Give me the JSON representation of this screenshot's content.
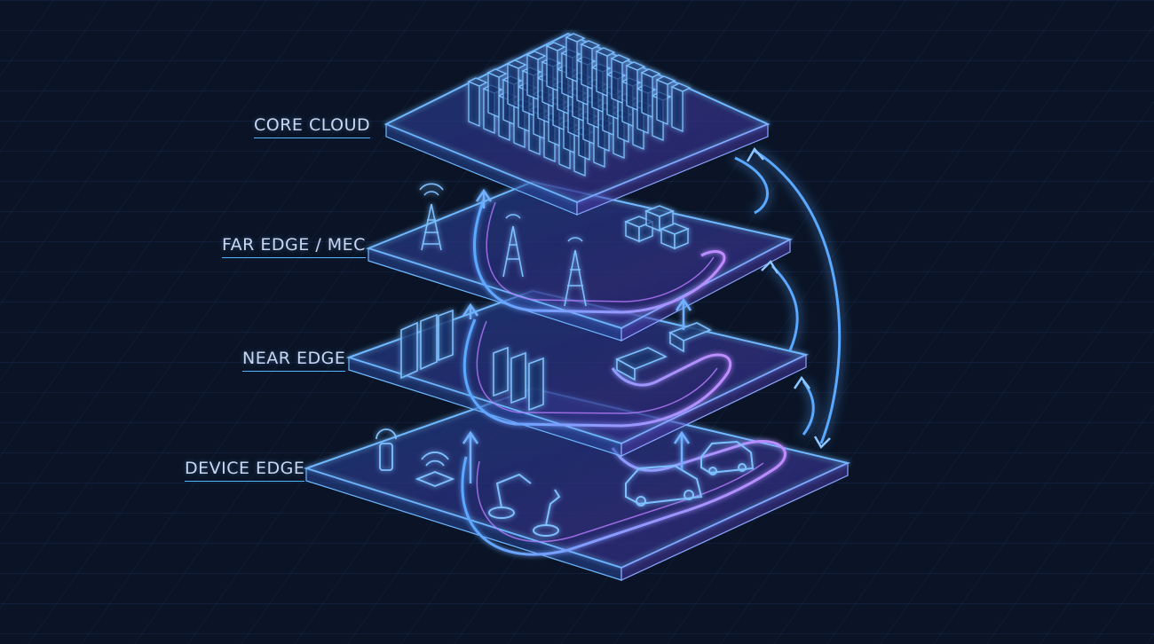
{
  "layers": [
    {
      "id": "core",
      "label": "CORE CLOUD"
    },
    {
      "id": "far",
      "label": "FAR EDGE / MEC"
    },
    {
      "id": "near",
      "label": "NEAR EDGE"
    },
    {
      "id": "device",
      "label": "DEVICE EDGE"
    }
  ],
  "colors": {
    "background": "#0a1426",
    "platform_edge": "#6fb8ff",
    "flow_blue": "#5aa8ff",
    "flow_violet": "#c08cff",
    "label_text": "#c9d8f2",
    "label_underline": "#4fb6ff"
  },
  "icons": {
    "core": [
      "server-rack-icon"
    ],
    "far": [
      "cell-tower-icon",
      "compute-cube-icon"
    ],
    "near": [
      "server-rack-icon",
      "network-switch-icon"
    ],
    "device": [
      "phone-icon",
      "wifi-router-icon",
      "robot-arm-icon",
      "car-icon"
    ]
  }
}
